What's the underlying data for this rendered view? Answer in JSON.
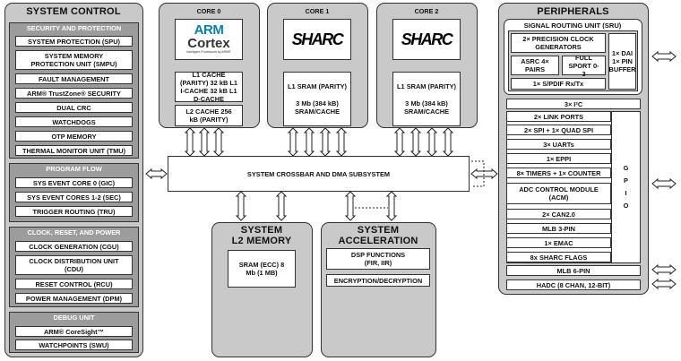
{
  "system_control": {
    "title": "SYSTEM CONTROL",
    "security": {
      "header": "SECURITY AND PROTECTION",
      "items": [
        "SYSTEM PROTECTION (SPU)",
        "SYSTEM MEMORY PROTECTION UNIT (SMPU)",
        "FAULT MANAGEMENT",
        "ARM® TrustZone® SECURITY",
        "DUAL CRC",
        "WATCHDOGS",
        "OTP MEMORY",
        "THERMAL MONITOR UNIT (TMU)"
      ]
    },
    "program_flow": {
      "header": "PROGRAM FLOW",
      "items": [
        "SYS EVENT CORE 0 (GIC)",
        "SYS EVENT CORES 1-2 (SEC)",
        "TRIGGER ROUTING (TRU)"
      ]
    },
    "clock": {
      "header": "CLOCK, RESET, AND POWER",
      "items": [
        "CLOCK GENERATION (CGU)",
        "CLOCK DISTRIBUTION UNIT (CDU)",
        "RESET CONTROL (RCU)",
        "POWER MANAGEMENT (DPM)"
      ]
    },
    "debug": {
      "header": "DEBUG UNIT",
      "items": [
        "ARM® CoreSight™",
        "WATCHPOINTS (SWU)"
      ]
    }
  },
  "core0": {
    "title": "CORE 0",
    "logo_top": "ARM",
    "logo_main": "Cortex",
    "logo_sub": "Intelligent Processors by ARM®",
    "l1_cache": "L1 CACHE (PARITY) 32 kB L1 I-CACHE 32 kB L1 D-CACHE",
    "l2_cache": "L2 CACHE 256 kB (PARITY)"
  },
  "core1": {
    "title": "CORE 1",
    "logo": "SHARC",
    "sram_title": "L1 SRAM (PARITY)",
    "sram_detail": "3 Mb (384 kB) SRAM/CACHE"
  },
  "core2": {
    "title": "CORE 2",
    "logo": "SHARC",
    "sram_title": "L1 SRAM (PARITY)",
    "sram_detail": "3 Mb (384 kB) SRAM/CACHE"
  },
  "crossbar": {
    "label": "SYSTEM CROSSBAR AND DMA SUBSYSTEM"
  },
  "l2_memory": {
    "title_line1": "SYSTEM",
    "title_line2": "L2 MEMORY",
    "sram": "SRAM (ECC) 8 Mb (1 MB)"
  },
  "acceleration": {
    "title_line1": "SYSTEM",
    "title_line2": "ACCELERATION",
    "dsp": "DSP FUNCTIONS (FIR, IIR)",
    "crypto": "ENCRYPTION/DECRYPTION"
  },
  "peripherals": {
    "title": "PERIPHERALS",
    "sru": {
      "title": "SIGNAL ROUTING UNIT (SRU)",
      "clock_gen": "2× PRECISION CLOCK GENERATORS",
      "asrc": "ASRC 4× PAIRS",
      "sport": "FULL SPORT 0-3",
      "spdif": "1× S/PDIF Rx/Tx",
      "dai": "1× DAI 1× PIN BUFFER"
    },
    "i2c": "3× I²C",
    "items": [
      "2× LINK PORTS",
      "2× SPI + 1× QUAD SPI",
      "3× UARTs",
      "1× EPPI",
      "8× TIMERS + 1× COUNTER",
      "ADC CONTROL MODULE (ACM)",
      "2× CAN2.0",
      "MLB 3-PIN",
      "1× EMAC",
      "8x SHARC FLAGS"
    ],
    "gpio": "G P I O",
    "mlb6": "MLB 6-PIN",
    "hadc": "HADC (8 CHAN, 12-BIT)"
  }
}
